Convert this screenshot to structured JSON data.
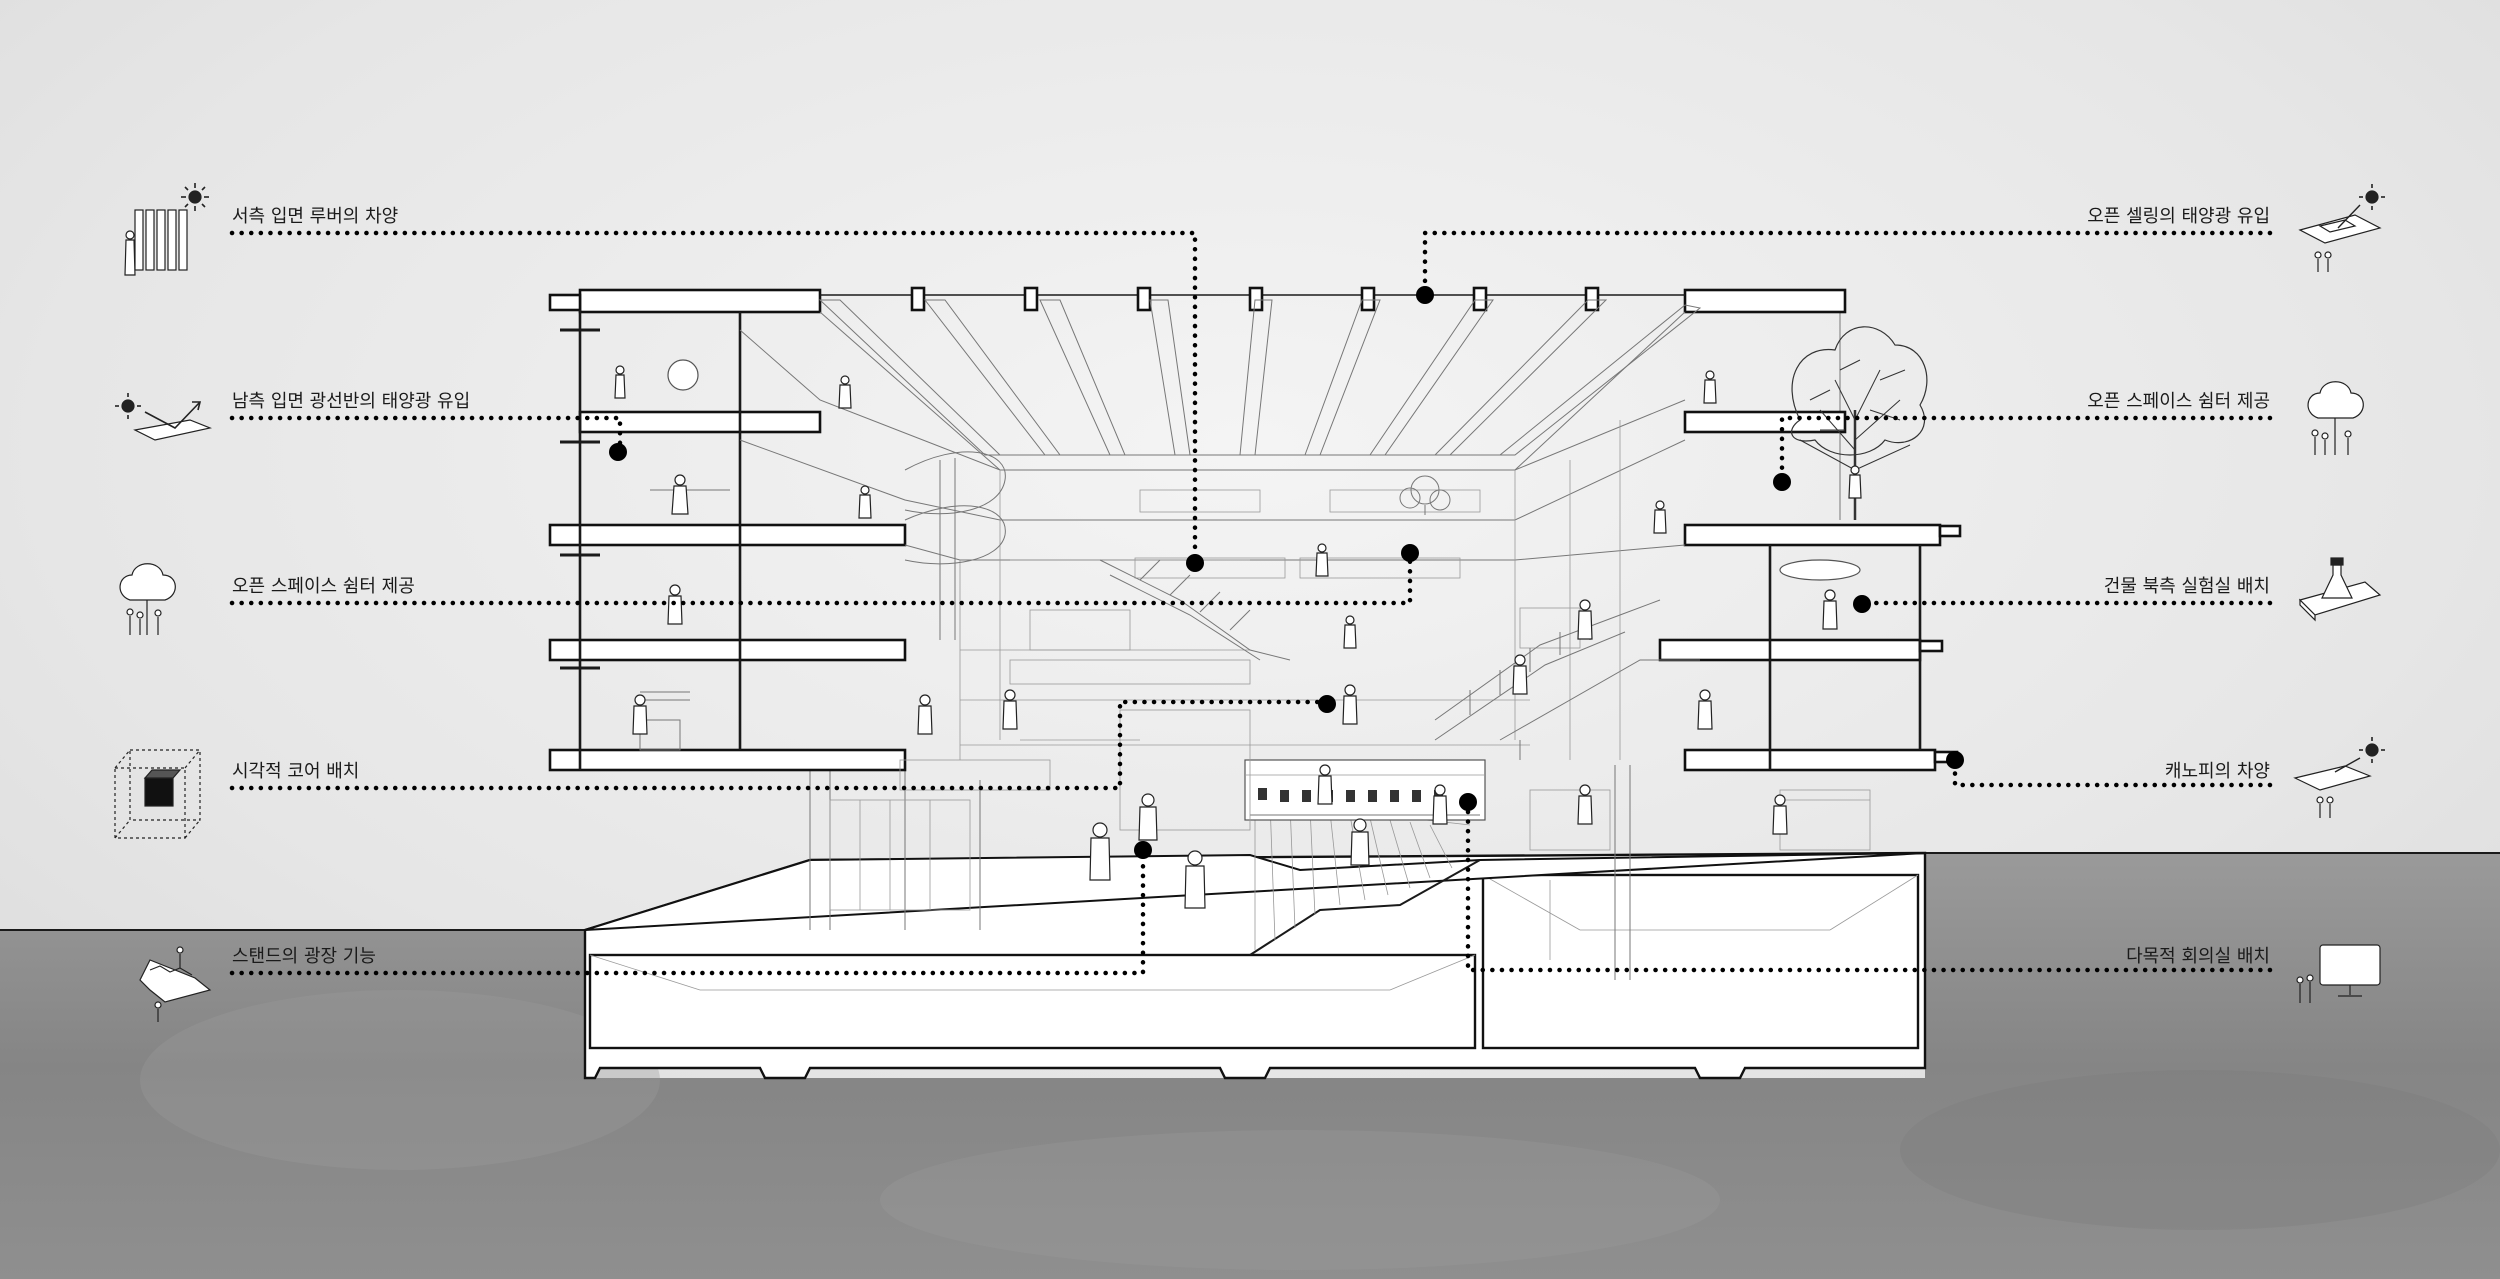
{
  "annotations": {
    "left": [
      {
        "label": "서측 입면 루버의 차양",
        "icon": "louver-person-icon"
      },
      {
        "label": "남측 입면 광선반의 태양광 유입",
        "icon": "light-shelf-icon"
      },
      {
        "label": "오픈 스페이스 쉼터 제공",
        "icon": "tree-people-icon"
      },
      {
        "label": "시각적 코어 배치",
        "icon": "core-cube-icon"
      },
      {
        "label": "스탠드의 광장 기능",
        "icon": "stand-plaza-icon"
      }
    ],
    "right": [
      {
        "label": "오픈 셀링의 태양광 유입",
        "icon": "open-ceiling-sun-icon"
      },
      {
        "label": "오픈 스페이스 쉼터 제공",
        "icon": "tree-people-icon"
      },
      {
        "label": "건물 북측 실험실 배치",
        "icon": "lab-flask-icon"
      },
      {
        "label": "캐노피의 차양",
        "icon": "canopy-sun-icon"
      },
      {
        "label": "다목적 회의실 배치",
        "icon": "monitor-icon"
      }
    ]
  },
  "colors": {
    "sky": "#e9e9e9",
    "ground": "#8a8a8a",
    "ink": "#111111",
    "paper": "#ffffff"
  }
}
